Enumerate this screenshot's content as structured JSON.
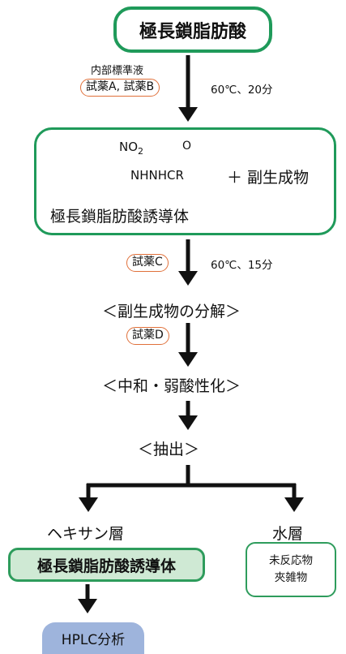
{
  "title": "極長鎖脂肪酸",
  "step1": {
    "reagent_label": "内部標準液",
    "reagent_pill": "試薬A, 試薬B",
    "condition": "60℃、20分"
  },
  "derivative_box": {
    "substituent": "NO",
    "subscript": "2",
    "carbonyl_o": "O",
    "chain": "NHNHCR",
    "plus_text": "＋ 副生成物",
    "label": "極長鎖脂肪酸誘導体"
  },
  "step2": {
    "reagent_pill": "試薬C",
    "condition": "60℃、15分",
    "result": "＜副生成物の分解＞"
  },
  "step3": {
    "reagent_pill": "試薬D",
    "result": "＜中和・弱酸性化＞"
  },
  "step4": {
    "result": "＜抽出＞"
  },
  "branches": {
    "left_label": "ヘキサン層",
    "right_label": "水層",
    "left_box": "極長鎖脂肪酸誘導体",
    "right_box_line1": "未反応物",
    "right_box_line2": "夾雑物"
  },
  "final": "HPLC分析",
  "colors": {
    "green": "#1f9a5a",
    "light_green": "#cfe9d4",
    "orange": "#e0703a",
    "blue": "#9eb4dc"
  }
}
